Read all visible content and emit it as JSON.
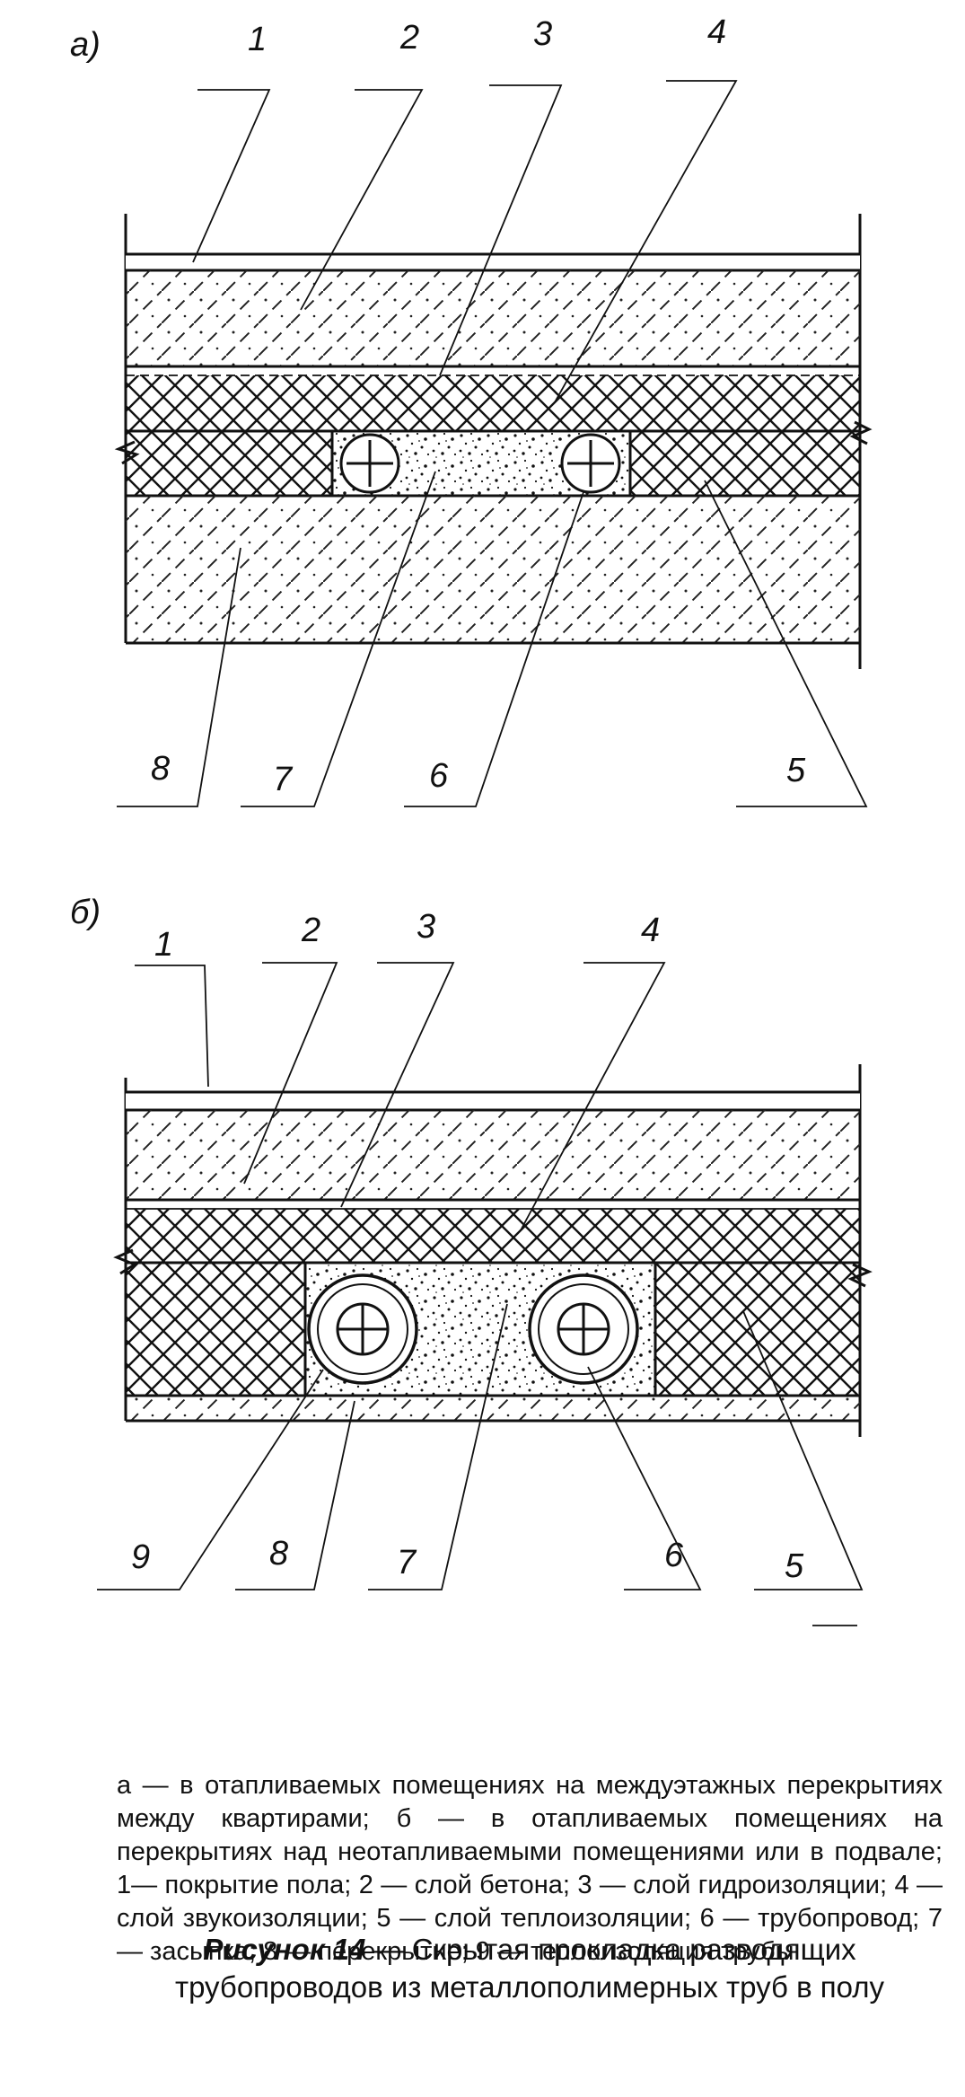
{
  "figure": {
    "panel_a_label": "а)",
    "panel_b_label": "б)",
    "panel_a_callouts": [
      "1",
      "2",
      "3",
      "4",
      "8",
      "7",
      "6",
      "5"
    ],
    "panel_b_callouts": [
      "1",
      "2",
      "3",
      "4",
      "9",
      "8",
      "7",
      "6",
      "5"
    ]
  },
  "legend": {
    "text": "а — в отапливаемых помещениях на междуэтажных перекрытиях между квартирами; б — в отапливаемых помещениях на перекрытиях над неотапливаемыми помещениями или в подвале; 1— покрытие пола; 2 — слой бетона; 3 — слой гидроизоляции; 4 — слой звукоизоляции; 5 — слой теплоизоляции; 6 — трубопровод; 7 — засыпка; 8 — перекрытие; 9 — теплоизоляция трубы"
  },
  "caption": {
    "label": "Рисунок 14",
    "text": " — Скрытая прокладка разводящих трубопроводов из металлополимерных труб в полу"
  }
}
